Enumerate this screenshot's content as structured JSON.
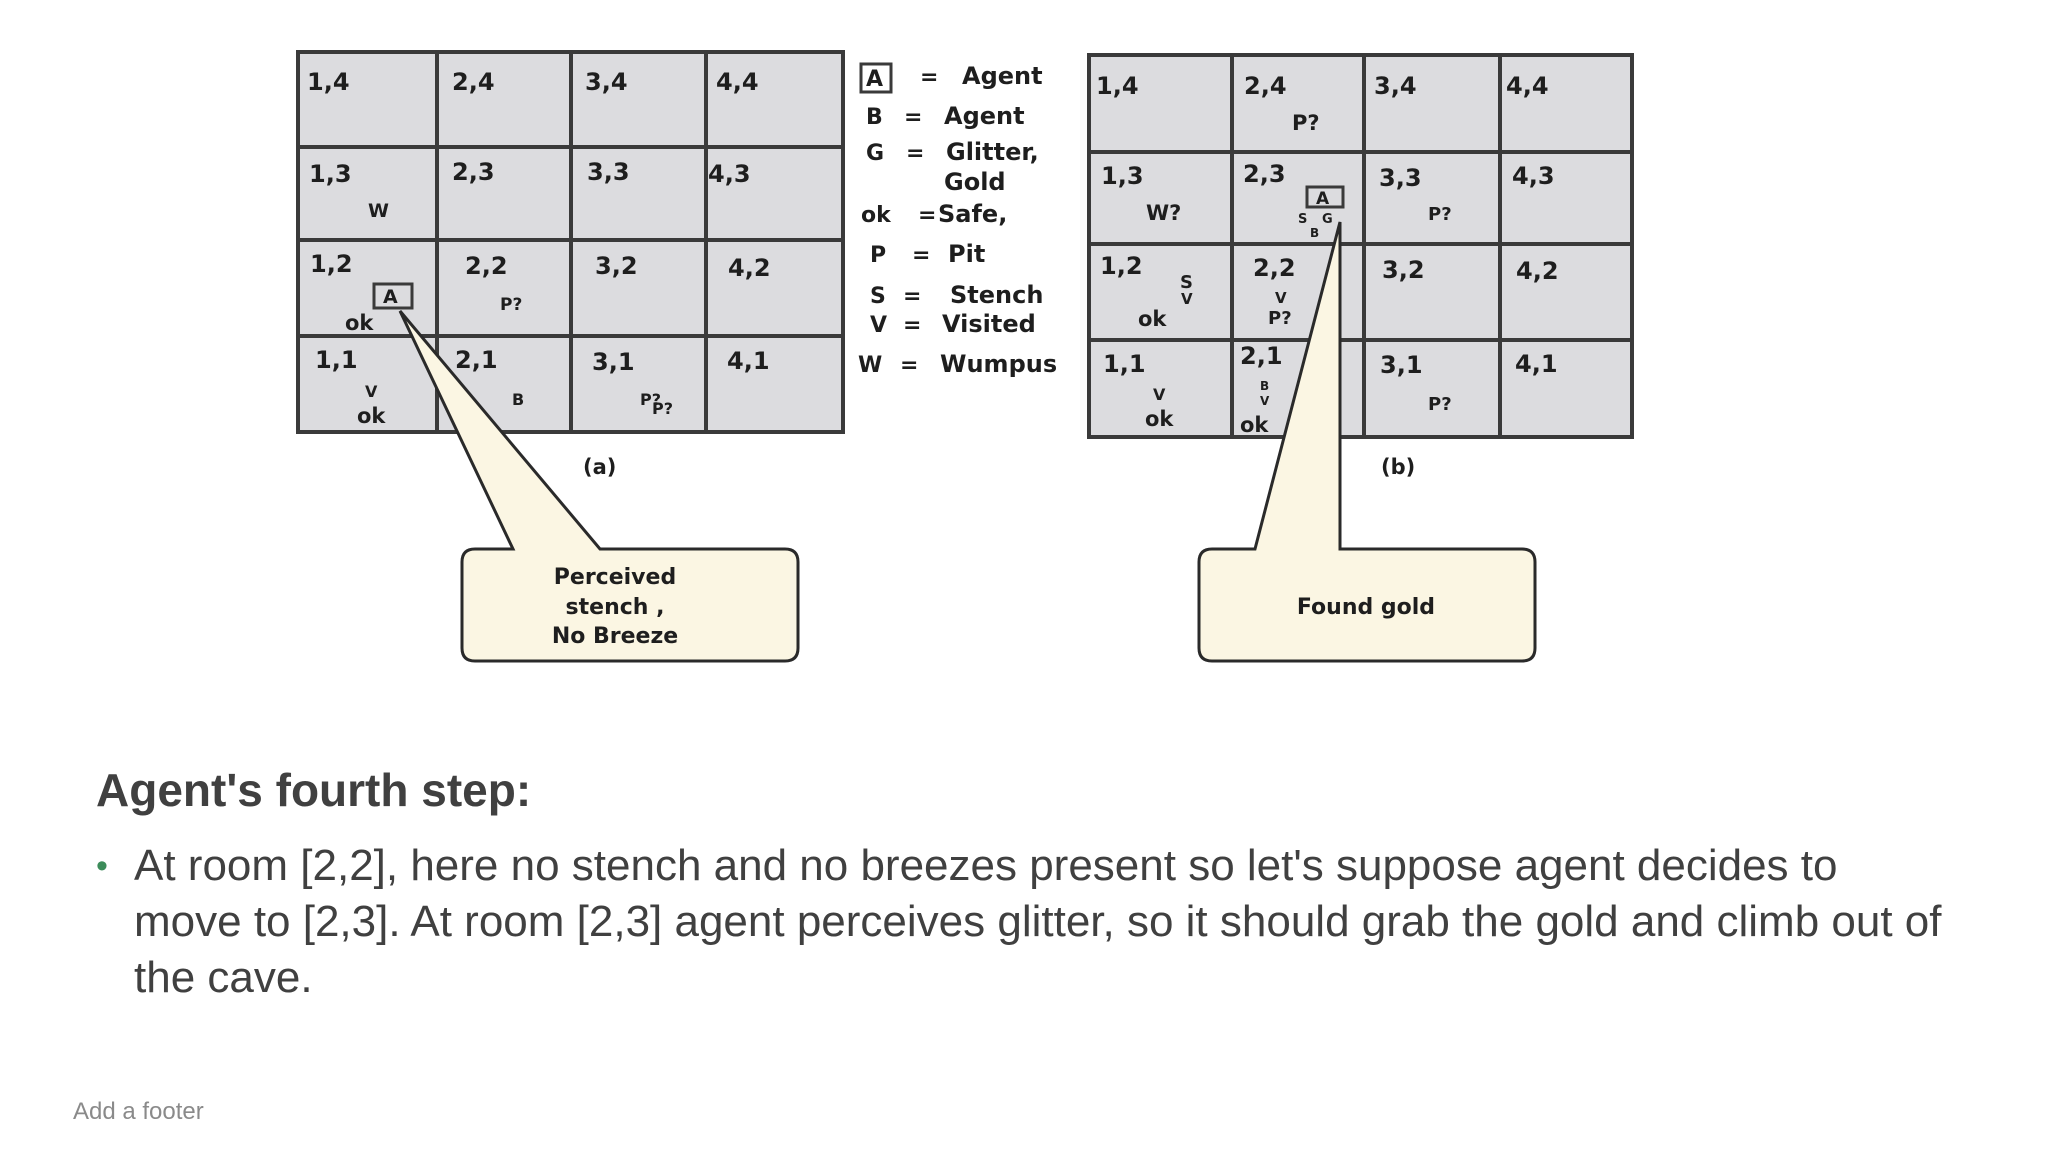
{
  "figure": {
    "grid_a": {
      "caption": "(a)",
      "rows": [
        [
          {
            "label": "1,4",
            "notes": []
          },
          {
            "label": "2,4",
            "notes": []
          },
          {
            "label": "3,4",
            "notes": []
          },
          {
            "label": "4,4",
            "notes": []
          }
        ],
        [
          {
            "label": "1,3",
            "notes": [
              "W"
            ]
          },
          {
            "label": "2,3",
            "notes": []
          },
          {
            "label": "3,3",
            "notes": []
          },
          {
            "label": "4,3",
            "notes": []
          }
        ],
        [
          {
            "label": "1,2",
            "notes": [
              "A",
              "ok"
            ]
          },
          {
            "label": "2,2",
            "notes": [
              "P?"
            ]
          },
          {
            "label": "3,2",
            "notes": []
          },
          {
            "label": "4,2",
            "notes": []
          }
        ],
        [
          {
            "label": "1,1",
            "notes": [
              "V",
              "ok"
            ]
          },
          {
            "label": "2,1",
            "notes": [
              "B"
            ]
          },
          {
            "label": "3,1",
            "notes": [
              "P?",
              "P?"
            ]
          },
          {
            "label": "4,1",
            "notes": []
          }
        ]
      ],
      "callout": [
        "Perceived",
        "stench ,",
        "No Breeze"
      ]
    },
    "grid_b": {
      "caption": "(b)",
      "rows": [
        [
          {
            "label": "1,4",
            "notes": []
          },
          {
            "label": "2,4",
            "notes": [
              "P?"
            ]
          },
          {
            "label": "3,4",
            "notes": []
          },
          {
            "label": "4,4",
            "notes": []
          }
        ],
        [
          {
            "label": "1,3",
            "notes": [
              "W?"
            ]
          },
          {
            "label": "2,3",
            "notes": [
              "A",
              "S",
              "G",
              "B"
            ]
          },
          {
            "label": "3,3",
            "notes": [
              "P?"
            ]
          },
          {
            "label": "4,3",
            "notes": []
          }
        ],
        [
          {
            "label": "1,2",
            "notes": [
              "S",
              "V",
              "ok"
            ]
          },
          {
            "label": "2,2",
            "notes": [
              "V",
              "P?"
            ]
          },
          {
            "label": "3,2",
            "notes": []
          },
          {
            "label": "4,2",
            "notes": []
          }
        ],
        [
          {
            "label": "1,1",
            "notes": [
              "V",
              "ok"
            ]
          },
          {
            "label": "2,1",
            "notes": [
              "B",
              "V",
              "ok"
            ]
          },
          {
            "label": "3,1",
            "notes": [
              "P?"
            ]
          },
          {
            "label": "4,1",
            "notes": []
          }
        ]
      ],
      "callout": [
        "Found gold"
      ]
    },
    "legend": [
      {
        "key": "A",
        "boxed": true,
        "eq": "=",
        "text": "Agent"
      },
      {
        "key": "B",
        "boxed": false,
        "eq": "=",
        "text": "Agent"
      },
      {
        "key": "G",
        "boxed": false,
        "eq": "=",
        "text": "Glitter,"
      },
      {
        "key": "",
        "boxed": false,
        "eq": "",
        "text": "Gold"
      },
      {
        "key": "ok",
        "boxed": false,
        "eq": "=",
        "text": "Safe,"
      },
      {
        "key": "P",
        "boxed": false,
        "eq": "=",
        "text": "Pit"
      },
      {
        "key": "S",
        "boxed": false,
        "eq": "=",
        "text": "Stench"
      },
      {
        "key": "V",
        "boxed": false,
        "eq": "=",
        "text": "Visited"
      },
      {
        "key": "W",
        "boxed": false,
        "eq": "=",
        "text": "Wumpus"
      }
    ],
    "colors": {
      "cell": "#dcdcdf",
      "line": "#3a3a3a",
      "callout": "#fbf6e3"
    }
  },
  "slide": {
    "heading": "Agent's fourth step:",
    "bullets": [
      "At room [2,2], here no stench and no breezes present so let's suppose agent decides to move to [2,3]. At room [2,3] agent perceives glitter, so it should grab the gold and climb out of the cave."
    ],
    "footer": "Add a footer"
  }
}
